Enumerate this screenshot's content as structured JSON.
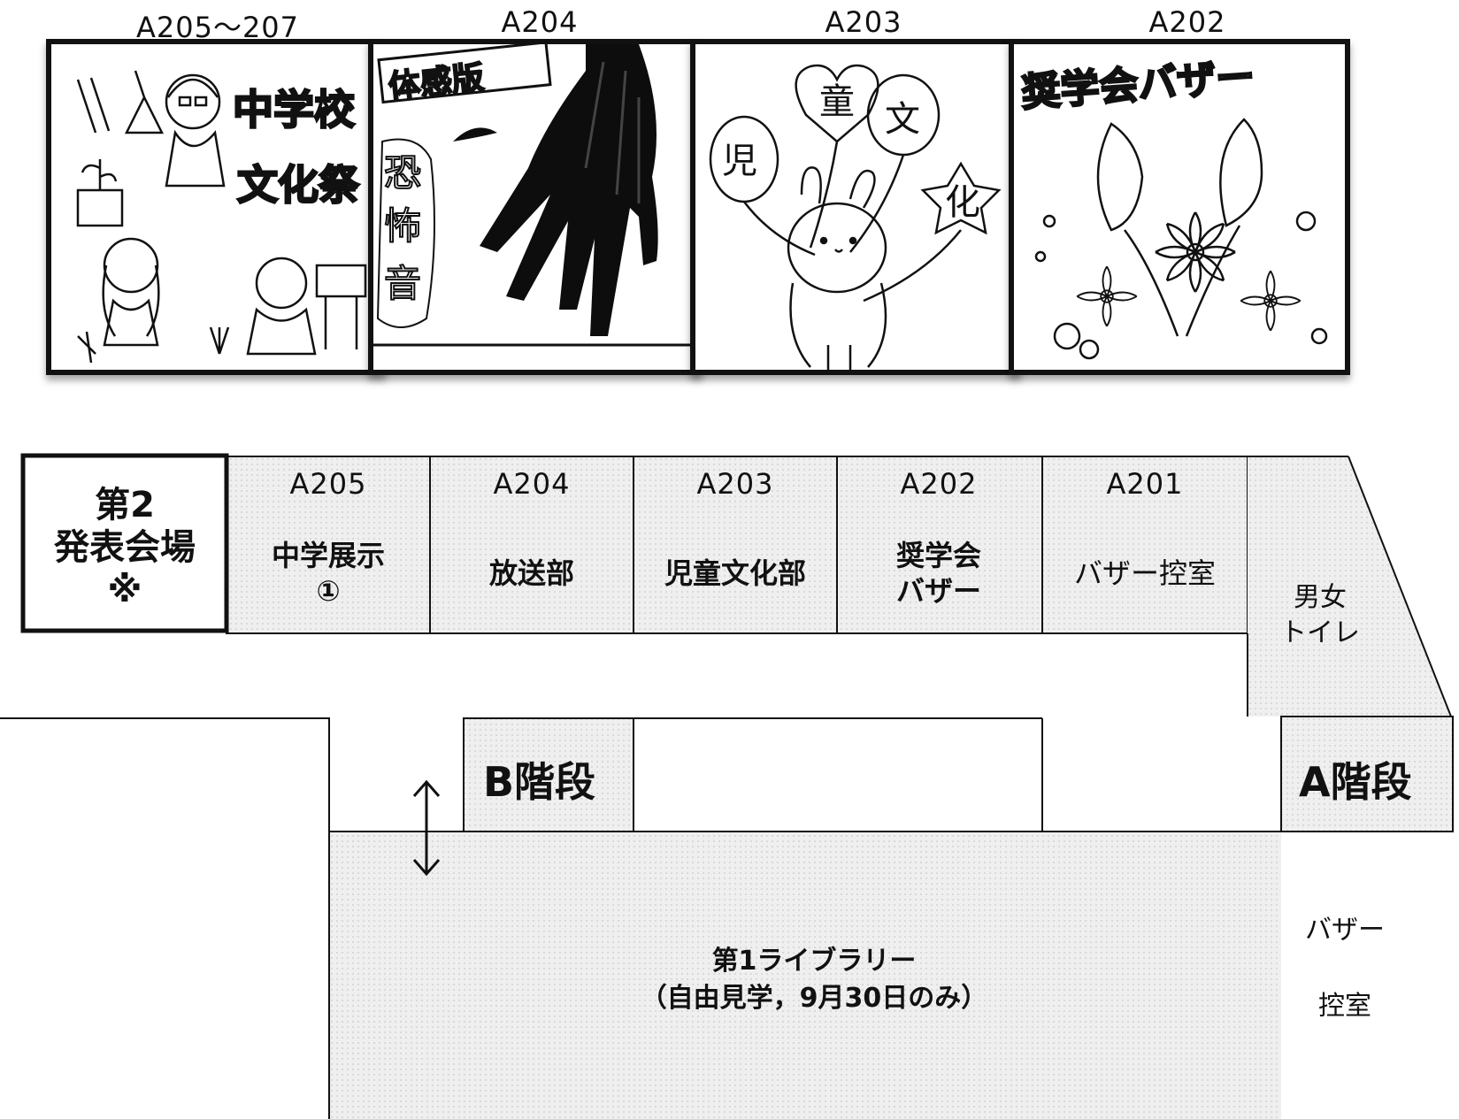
{
  "posters": [
    {
      "label": "A205〜207",
      "art_text": [
        "中学校",
        "文化祭"
      ]
    },
    {
      "label": "A204",
      "art_text": [
        "体感版",
        "恐",
        "怖",
        "音"
      ]
    },
    {
      "label": "A203",
      "art_text": [
        "児",
        "童",
        "文",
        "化"
      ]
    },
    {
      "label": "A202",
      "art_text": [
        "奨学会バザー"
      ]
    }
  ],
  "venue": {
    "line1": "第2",
    "line2": "発表会場",
    "mark": "※"
  },
  "rooms": [
    {
      "name": "A205",
      "use1": "中学展示",
      "use2": "①"
    },
    {
      "name": "A204",
      "use1": "放送部",
      "use2": ""
    },
    {
      "name": "A203",
      "use1": "児童文化部",
      "use2": ""
    },
    {
      "name": "A202",
      "use1": "奨学会",
      "use2": "バザー"
    },
    {
      "name": "A201",
      "use1": "バザー控室",
      "use2": ""
    }
  ],
  "toilet": {
    "line1": "男女",
    "line2": "トイレ"
  },
  "stairs": {
    "b": "B階段",
    "a": "A階段"
  },
  "library": {
    "line1": "第1ライブラリー",
    "line2": "（自由見学，9月30日のみ）"
  },
  "bazaar_room": {
    "line1": "バザー",
    "line2": "控室"
  },
  "colors": {
    "line": "#111111",
    "shade": "#e6e6e6"
  }
}
